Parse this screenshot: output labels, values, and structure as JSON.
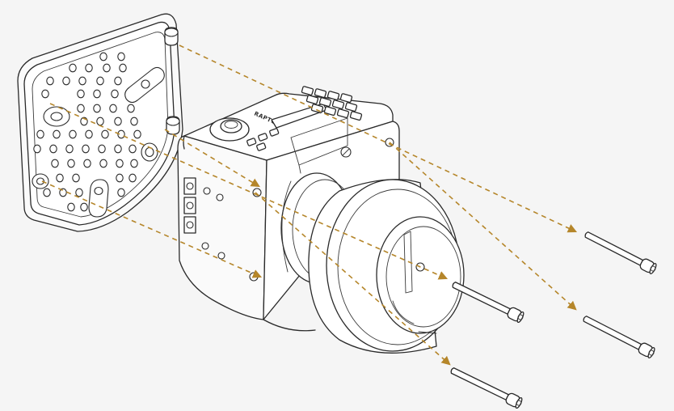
{
  "brand": {
    "logo_text": "RAPTOR",
    "logo_kind": "embossed brand lettering on camera body"
  },
  "colors": {
    "background": "#f5f5f5",
    "line": "#2a2a2a",
    "guide_arrow": "#b5862a",
    "part_fill": "#ffffff"
  },
  "parts": [
    {
      "id": "mount-plate",
      "icon": "perforated-mounting-plate"
    },
    {
      "id": "camera-body",
      "icon": "camera-module"
    },
    {
      "id": "lens-mount",
      "icon": "lens-mount-ring"
    },
    {
      "id": "screw",
      "icon": "socket-head-screw",
      "count": 4
    }
  ]
}
